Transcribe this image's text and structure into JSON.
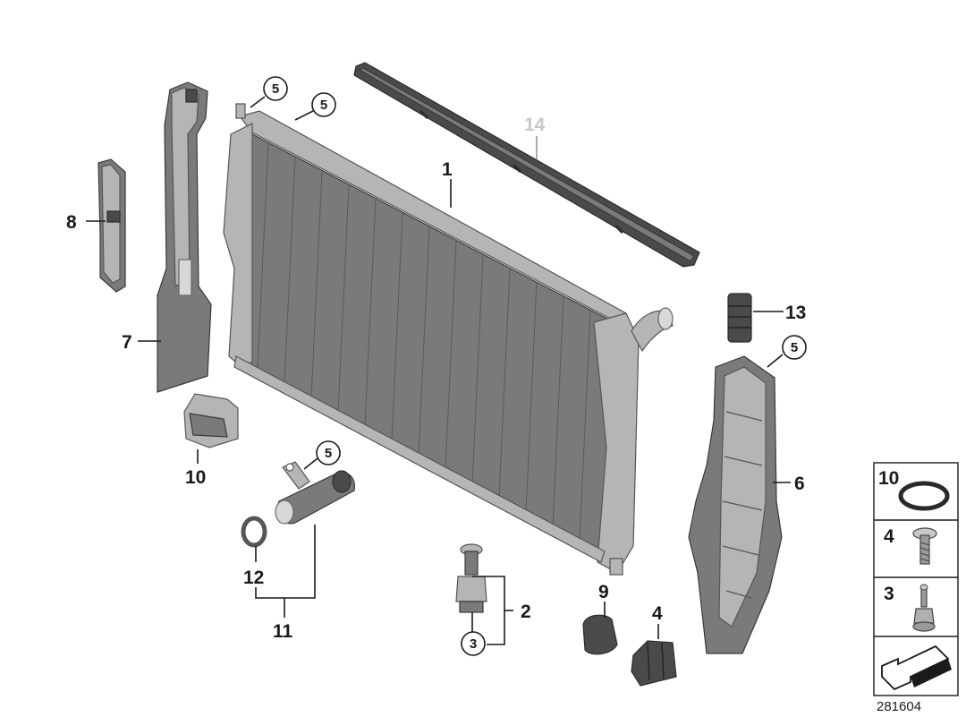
{
  "diagram": {
    "callouts": {
      "c1": "1",
      "c2": "2",
      "c3_bottom": "3",
      "c4": "4",
      "c5_top_a": "5",
      "c5_top_b": "5",
      "c5_right": "5",
      "c5_sensor": "5",
      "c6": "6",
      "c7": "7",
      "c8": "8",
      "c9": "9",
      "c10": "10",
      "c11": "11",
      "c12": "12",
      "c13": "13",
      "c14": "14"
    },
    "legend": {
      "row1_label": "10",
      "row2_label": "4",
      "row3_label": "3"
    },
    "document_id": "281604"
  }
}
